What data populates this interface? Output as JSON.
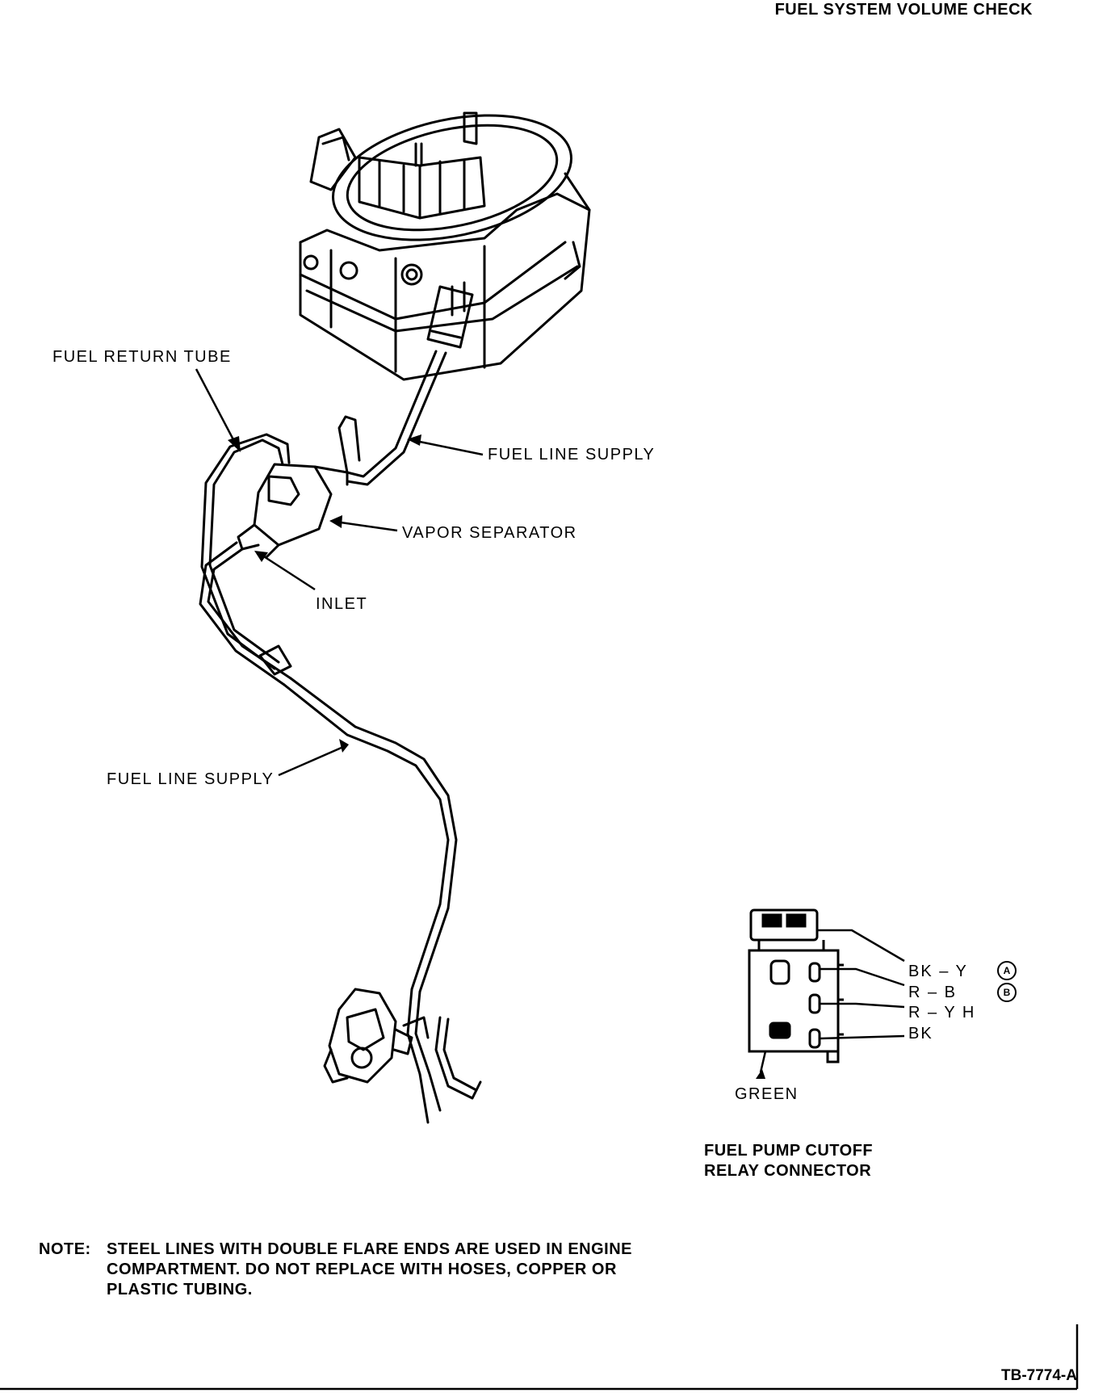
{
  "header": {
    "title": "FUEL SYSTEM VOLUME CHECK"
  },
  "labels": {
    "fuel_return_tube": "FUEL RETURN TUBE",
    "fuel_line_supply_upper": "FUEL LINE SUPPLY",
    "vapor_separator": "VAPOR SEPARATOR",
    "inlet": "INLET",
    "fuel_line_supply_lower": "FUEL LINE SUPPLY"
  },
  "connector": {
    "wires": [
      {
        "label": "BK – Y",
        "marker": "A"
      },
      {
        "label": "R – B",
        "marker": "B"
      },
      {
        "label": "R – Y H"
      },
      {
        "label": "BK"
      }
    ],
    "body_color_label": "GREEN",
    "caption_line1": "FUEL PUMP CUTOFF",
    "caption_line2": "RELAY CONNECTOR"
  },
  "note": {
    "prefix": "NOTE:",
    "line1": "STEEL LINES WITH DOUBLE FLARE ENDS ARE USED IN ENGINE",
    "line2": "COMPARTMENT. DO NOT REPLACE WITH HOSES, COPPER OR",
    "line3": "PLASTIC TUBING."
  },
  "footer": {
    "figure_id": "TB-7774-A"
  }
}
